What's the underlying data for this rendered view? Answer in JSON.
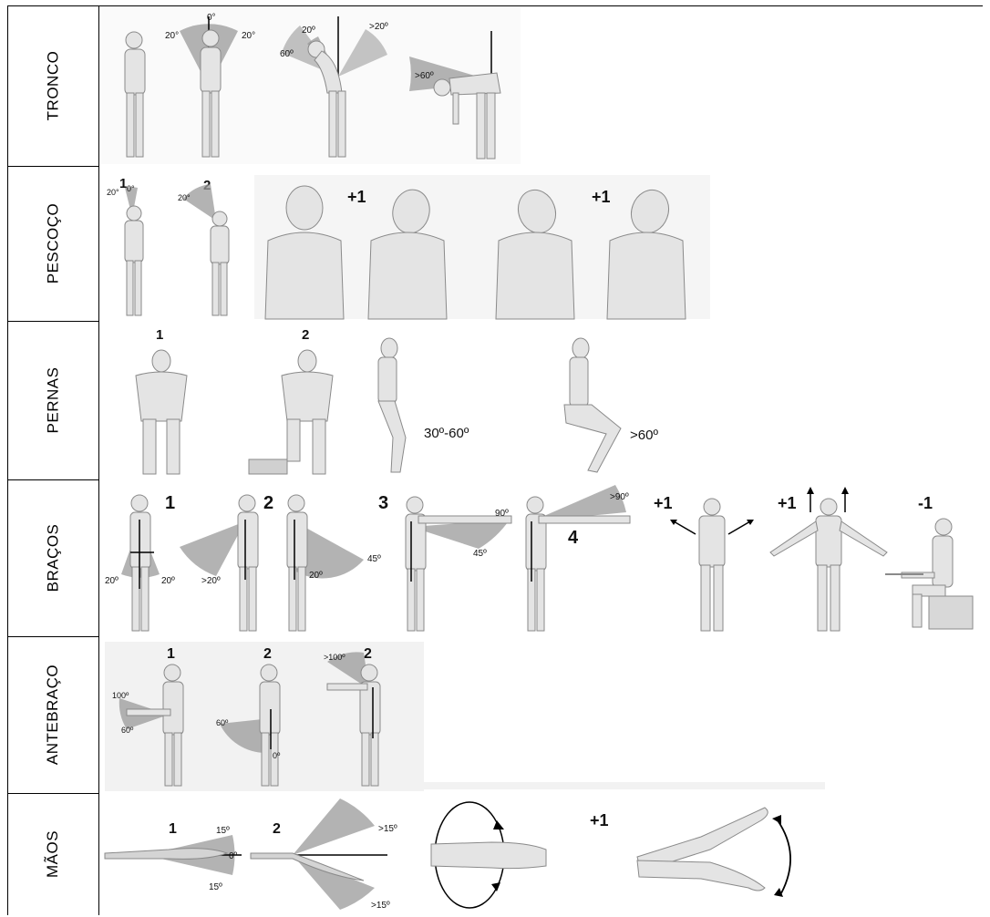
{
  "rows": [
    {
      "label": "TRONCO"
    },
    {
      "label": "PESCOÇO"
    },
    {
      "label": "PERNAS"
    },
    {
      "label": "BRAÇOS"
    },
    {
      "label": "ANTEBRAÇO"
    },
    {
      "label": "MÃOS"
    }
  ],
  "tronco": {
    "a0": "0°",
    "a20l": "20°",
    "a20r": "20°",
    "b20": "20º",
    "bgt20": ">20º",
    "b60": "60º",
    "cgt60": ">60º"
  },
  "pescoco": {
    "n1": "1",
    "n2": "2",
    "a0": "0°",
    "a20": "20°",
    "b20": "20°",
    "p1a": "+1",
    "p1b": "+1"
  },
  "pernas": {
    "n1": "1",
    "n2": "2",
    "r1": "30º-60º",
    "r2": ">60º"
  },
  "bracos": {
    "n1": "1",
    "n2": "2",
    "n3": "3",
    "n4": "4",
    "a20l": "20º",
    "a20r": "20º",
    "bgt20": ">20º",
    "b20": "20º",
    "b45": "45º",
    "c90": "90º",
    "c45": "45º",
    "dgt90": ">90º",
    "p1a": "+1",
    "p1b": "+1",
    "m1": "-1"
  },
  "antebraco": {
    "n1": "1",
    "n2a": "2",
    "n2b": "2",
    "a100": "100º",
    "a60": "60º",
    "b60": "60º",
    "b0": "0º",
    "cgt100": ">100º"
  },
  "maos": {
    "n1": "1",
    "n2": "2",
    "a15t": "15º",
    "a0": "0º",
    "a15b": "15º",
    "bgt15t": ">15º",
    "bgt15b": ">15º",
    "p1": "+1"
  },
  "colors": {
    "figure": "#e4e4e4",
    "figure_stroke": "#8a8a8a",
    "wedge": "#9a9a9a",
    "line": "#000000"
  }
}
